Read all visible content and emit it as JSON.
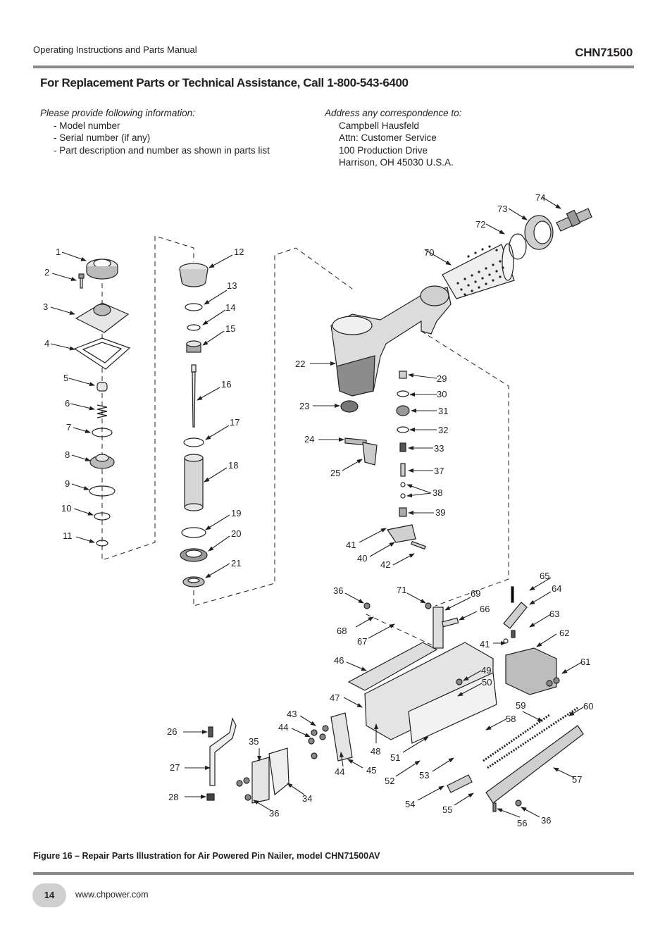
{
  "header": {
    "manual_title": "Operating Instructions and Parts Manual",
    "model": "CHN71500"
  },
  "headline": "For Replacement Parts or Technical Assistance, Call 1-800-543-6400",
  "info_left": {
    "lead": "Please provide following information:",
    "items": [
      "- Model number",
      "- Serial number (if any)",
      "- Part description and number as shown in parts list"
    ]
  },
  "info_right": {
    "lead": "Address any correspondence to:",
    "lines": [
      "Campbell Hausfeld",
      "Attn: Customer Service",
      "100 Production Drive",
      "Harrison, OH   45030   U.S.A."
    ]
  },
  "callouts": {
    "c1": "1",
    "c2": "2",
    "c3": "3",
    "c4": "4",
    "c5": "5",
    "c6": "6",
    "c7": "7",
    "c8": "8",
    "c9": "9",
    "c10": "10",
    "c11": "11",
    "c12": "12",
    "c13": "13",
    "c14": "14",
    "c15": "15",
    "c16": "16",
    "c17": "17",
    "c18": "18",
    "c19": "19",
    "c20": "20",
    "c21": "21",
    "c22": "22",
    "c23": "23",
    "c24": "24",
    "c25": "25",
    "c26": "26",
    "c27": "27",
    "c28": "28",
    "c29": "29",
    "c30": "30",
    "c31": "31",
    "c32": "32",
    "c33": "33",
    "c34": "34",
    "c35": "35",
    "c36": "36",
    "c37": "37",
    "c38": "38",
    "c39": "39",
    "c40": "40",
    "c41": "41",
    "c42": "42",
    "c43": "43",
    "c44": "44",
    "c45": "45",
    "c46": "46",
    "c47": "47",
    "c48": "48",
    "c49": "49",
    "c50": "50",
    "c51": "51",
    "c52": "52",
    "c53": "53",
    "c54": "54",
    "c55": "55",
    "c56": "56",
    "c57": "57",
    "c58": "58",
    "c59": "59",
    "c60": "60",
    "c61": "61",
    "c62": "62",
    "c63": "63",
    "c64": "64",
    "c65": "65",
    "c66": "66",
    "c67": "67",
    "c68": "68",
    "c69": "69",
    "c70": "70",
    "c71": "71",
    "c72": "72",
    "c73": "73",
    "c74": "74"
  },
  "caption": "Figure 16 – Repair Parts Illustration for Air Powered Pin Nailer, model CHN71500AV",
  "footer": {
    "page_number": "14",
    "url": "www.chpower.com"
  }
}
